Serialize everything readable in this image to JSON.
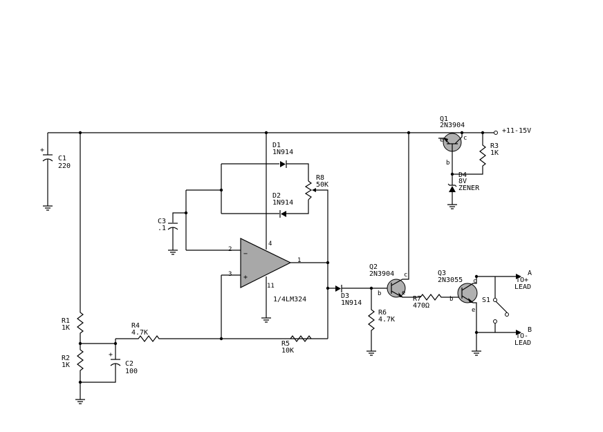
{
  "components": {
    "c1": {
      "ref": "C1",
      "value": "220"
    },
    "c2": {
      "ref": "C2",
      "value": "100"
    },
    "c3": {
      "ref": "C3",
      "value": ".1"
    },
    "r1": {
      "ref": "R1",
      "value": "1K"
    },
    "r2": {
      "ref": "R2",
      "value": "1K"
    },
    "r3": {
      "ref": "R3",
      "value": "1K"
    },
    "r4": {
      "ref": "R4",
      "value": "4.7K"
    },
    "r5": {
      "ref": "R5",
      "value": "10K"
    },
    "r6": {
      "ref": "R6",
      "value": "4.7K"
    },
    "r7": {
      "ref": "R7",
      "value": "470Ω"
    },
    "r8": {
      "ref": "R8",
      "value": "50K"
    },
    "d1": {
      "ref": "D1",
      "value": "1N914"
    },
    "d2": {
      "ref": "D2",
      "value": "1N914"
    },
    "d3": {
      "ref": "D3",
      "value": "1N914"
    },
    "d4": {
      "ref": "D4",
      "value": "8V",
      "value2": "ZENER"
    },
    "q1": {
      "ref": "Q1",
      "value": "2N3904"
    },
    "q2": {
      "ref": "Q2",
      "value": "2N3904"
    },
    "q3": {
      "ref": "Q3",
      "value": "2N3055"
    },
    "s1": {
      "ref": "S1"
    },
    "u1": {
      "ref": "1/4LM324",
      "pin_out": "1",
      "pin_inv": "2",
      "pin_noninv": "3",
      "pin_vcc": "4",
      "pin_gnd": "11",
      "minus": "−",
      "plus": "+"
    }
  },
  "pins": {
    "b": "b",
    "c": "c",
    "e": "e"
  },
  "polarity": {
    "plus": "+"
  },
  "supply": {
    "label": "+11-15V"
  },
  "outputs": {
    "a": {
      "letter": "A",
      "line1": "TO+",
      "line2": "LEAD"
    },
    "b": {
      "letter": "B",
      "line1": "TO-",
      "line2": "LEAD"
    }
  }
}
